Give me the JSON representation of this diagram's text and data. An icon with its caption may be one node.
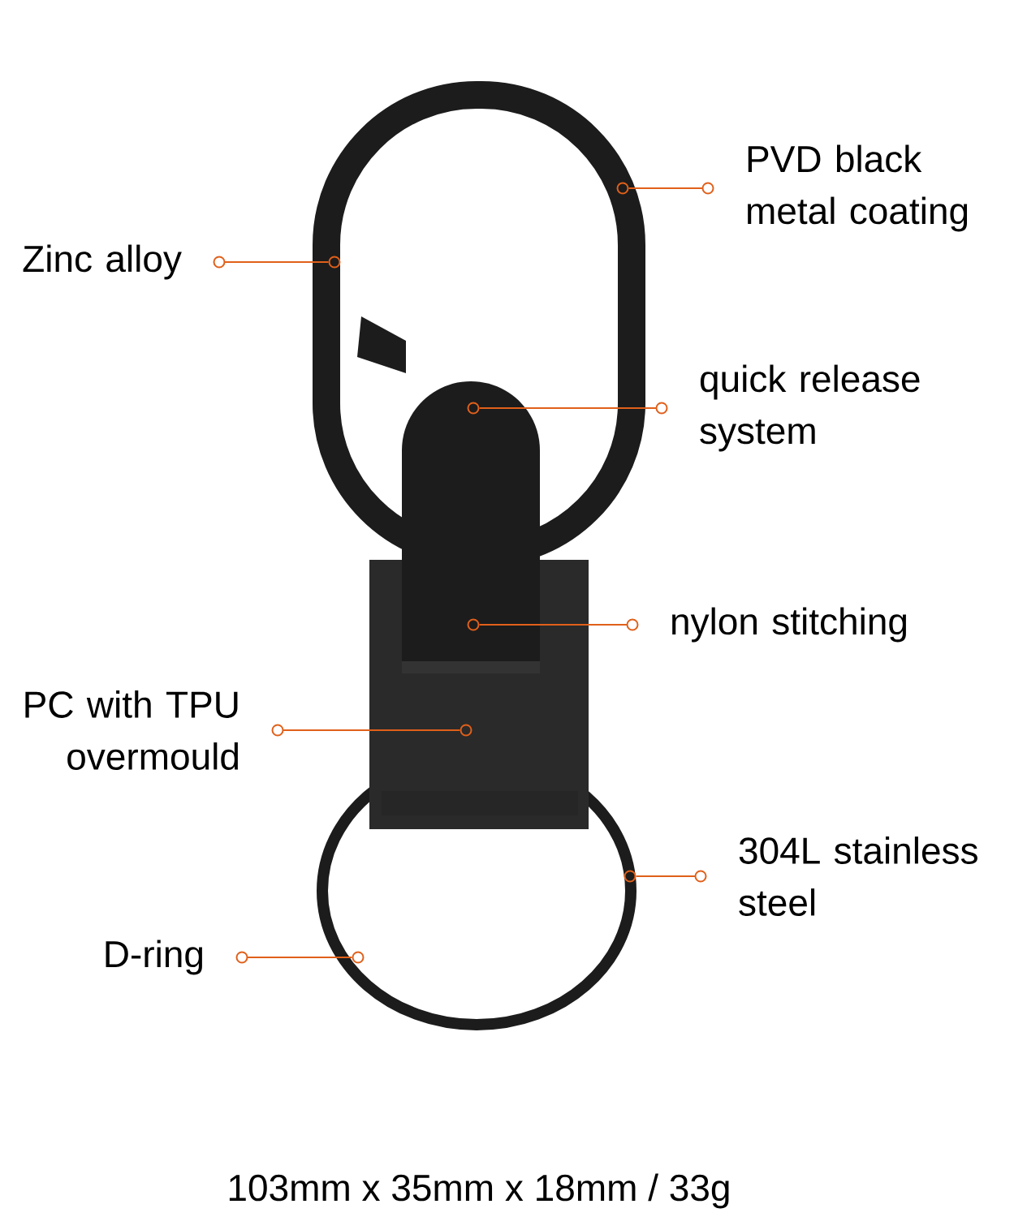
{
  "diagram": {
    "nodes": [
      {
        "text": [
          "PVD black metal coating"
        ]
      },
      {
        "text": [],
        "shape": "circle"
      },
      {
        "text": [
          "Zinc alloy"
        ]
      },
      {
        "text": [],
        "shape": "circle"
      },
      {
        "text": [
          "quick release system"
        ]
      },
      {
        "text": [],
        "shape": "circle"
      },
      {
        "text": [
          "nylon stitching"
        ]
      },
      {
        "text": [],
        "shape": "circle"
      },
      {
        "text": [
          "PC with TPU overmould"
        ]
      },
      {
        "text": [],
        "shape": "circle"
      },
      {
        "text": [
          "304L stainless steel"
        ]
      },
      {
        "text": [],
        "shape": "circle"
      },
      {
        "text": [
          "D-ring"
        ]
      },
      {
        "text": [],
        "shape": "circle"
      }
    ],
    "edges": [
      {
        "from": 0,
        "to": 1,
        "arrow": "none"
      },
      {
        "from": 2,
        "to": 3,
        "arrow": "none"
      },
      {
        "from": 4,
        "to": 5,
        "arrow": "none"
      },
      {
        "from": 6,
        "to": 7,
        "arrow": "none"
      },
      {
        "from": 8,
        "to": 9,
        "arrow": "none"
      },
      {
        "from": 10,
        "to": 11,
        "arrow": "none"
      },
      {
        "from": 12,
        "to": 13,
        "arrow": "none"
      }
    ],
    "labels": [
      "103mm x 35mm x 18mm / 33g"
    ]
  }
}
